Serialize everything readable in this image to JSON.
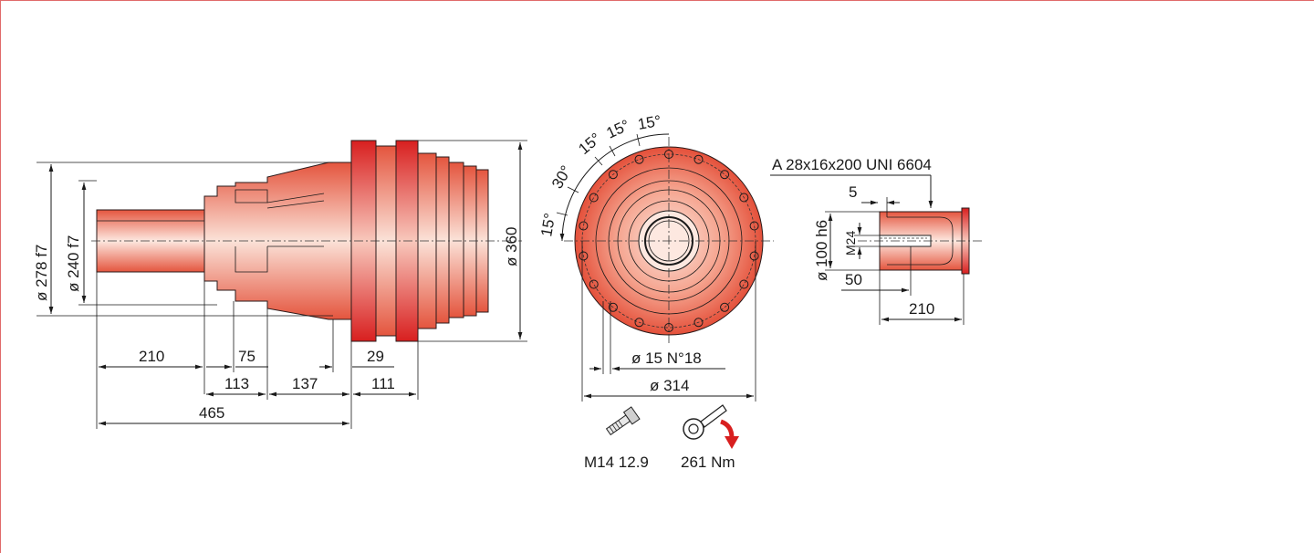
{
  "colors": {
    "frame": "#e06a6a",
    "body": "#e0523c",
    "ring": "#d81f1f",
    "arrow": "#d81f1f"
  },
  "side_view": {
    "dia_278": "ø 278 f7",
    "dia_240": "ø 240 f7",
    "dia_360": "ø 360",
    "dim_210": "210",
    "dim_75": "75",
    "dim_29": "29",
    "dim_113": "113",
    "dim_137": "137",
    "dim_111": "111",
    "dim_465": "465"
  },
  "front_view": {
    "ang_15a": "15°",
    "ang_30": "30°",
    "ang_15b": "15°",
    "ang_15c": "15°",
    "ang_15d": "15°",
    "holes": "ø 15 N°18",
    "dia_314": "ø 314"
  },
  "shaft_view": {
    "key": "A 28x16x200 UNI 6604",
    "dim_5": "5",
    "dia_100": "ø 100 h6",
    "thread": "M24",
    "dim_50": "50",
    "dim_210": "210"
  },
  "fastening": {
    "bolt": "M14 12.9",
    "torque": "261 Nm",
    "bolt_icon": "bolt-icon",
    "wrench_icon": "torque-wrench-icon"
  }
}
